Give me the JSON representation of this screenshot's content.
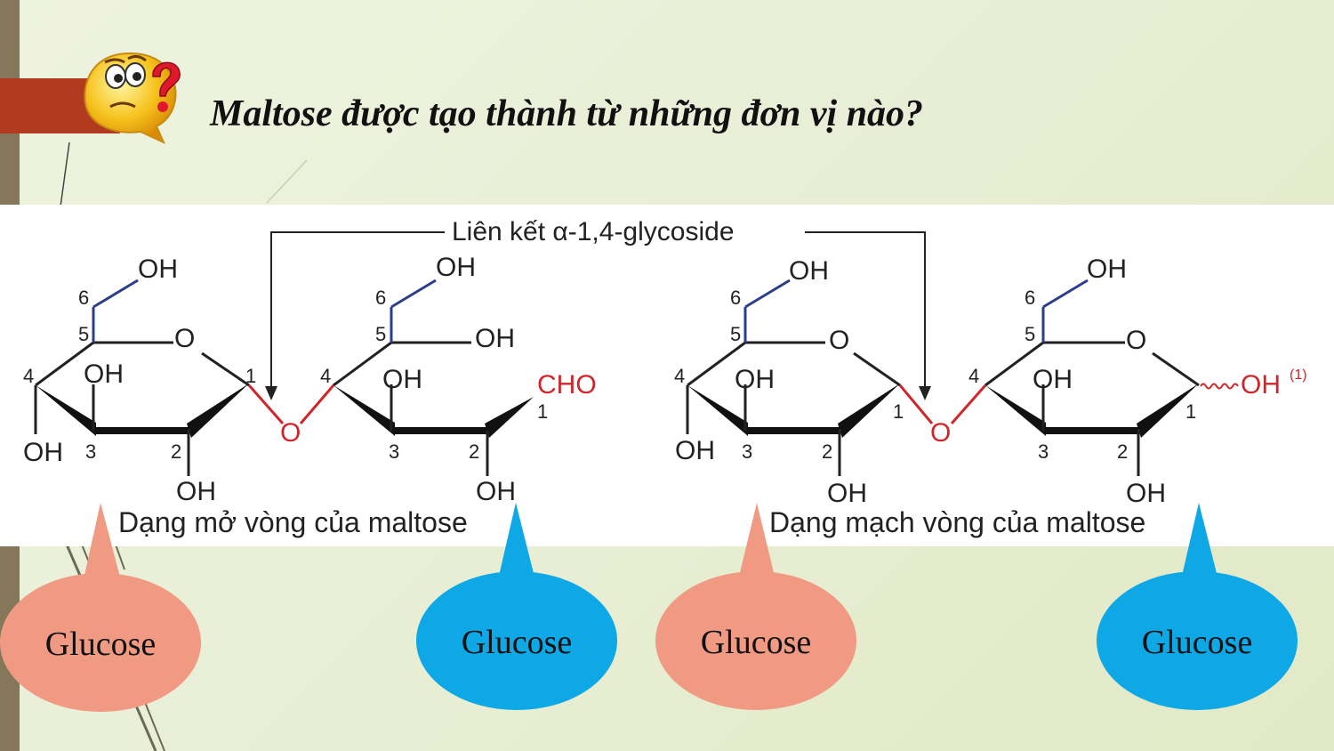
{
  "title": "Maltose được tạo thành từ những đơn vị nào?",
  "icon": "thinking-face-question-icon",
  "diagram": {
    "bond_label": "Liên kết α-1,4-glycoside",
    "hydroxyl": "OH",
    "ring_oxygen": "O",
    "aldehyde": "CHO",
    "anomeric_superscript": "(1)",
    "numbers": {
      "n1": "1",
      "n2": "2",
      "n3": "3",
      "n4": "4",
      "n5": "5",
      "n6": "6"
    },
    "open_caption": "Dạng mở vòng của maltose",
    "ring_caption": "Dạng mạch vòng của maltose"
  },
  "bubbles": [
    "Glucose",
    "Glucose",
    "Glucose",
    "Glucose"
  ],
  "colors": {
    "salmon": "#f09a84",
    "blue": "#0ea8e6",
    "bond_red": "#d0262b",
    "line_blue": "#2b3e8c"
  }
}
